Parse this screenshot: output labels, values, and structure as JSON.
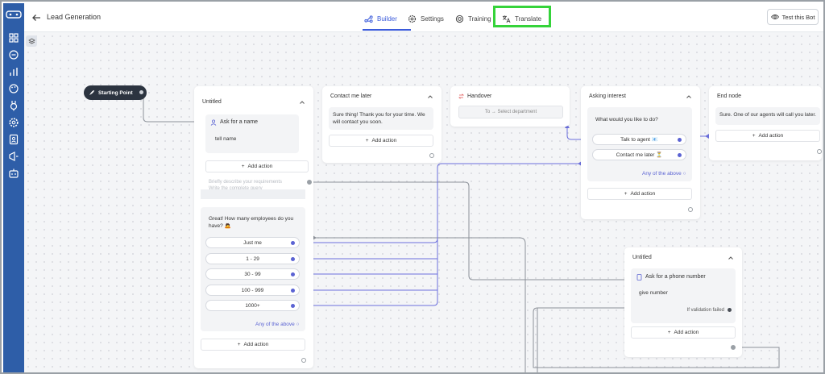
{
  "header": {
    "title": "Lead Generation",
    "tabs": [
      {
        "label": "Builder",
        "active": true
      },
      {
        "label": "Settings"
      },
      {
        "label": "Training"
      },
      {
        "label": "Translate"
      }
    ],
    "test_button": "Test this Bot"
  },
  "sidebar": {
    "icons": [
      "grid-icon",
      "chat-icon",
      "chart-icon",
      "palette-icon",
      "plug-icon",
      "gear-icon",
      "contact-icon",
      "megaphone-icon",
      "bot-icon"
    ]
  },
  "start": {
    "label": "Starting Point"
  },
  "nodes": {
    "untitled1": {
      "title": "Untitled",
      "ask_label": "Ask for a name",
      "ask_value": "tell name",
      "add_action": "Add action",
      "ghost_text_1": "Briefly describe your requirements",
      "ghost_text_2": "Write the complete query",
      "question": "Great! How many employees do you have? 🙇",
      "choices": [
        "Just me",
        "1 - 29",
        "30 - 99",
        "100 - 999",
        "1000+"
      ],
      "any_above": "Any of the above",
      "add_action_2": "Add action"
    },
    "contact": {
      "title": "Contact me later",
      "message": "Sure thing! Thank you for your time. We will contact you soon.",
      "add_action": "Add action"
    },
    "handover": {
      "title": "Handover",
      "placeholder": "To → Select department"
    },
    "asking": {
      "title": "Asking interest",
      "question": "What would you like to do?",
      "choices": [
        "Talk to agent 📧",
        "Contact me later ⏳"
      ],
      "any_above": "Any of the above",
      "add_action": "Add action"
    },
    "end": {
      "title": "End node",
      "message": "Sure. One of our agents will call you later.",
      "add_action": "Add action"
    },
    "untitled2": {
      "title": "Untitled",
      "ask_label": "Ask for a phone number",
      "ask_value": "give number",
      "validation": "If validation failed",
      "add_action": "Add action"
    }
  },
  "colors": {
    "sidebar": "#2e5ea8",
    "accent": "#3b5bdb",
    "highlight": "#35d33a",
    "wire_blue": "#6b6fdc",
    "wire_gray": "#8c9199"
  }
}
